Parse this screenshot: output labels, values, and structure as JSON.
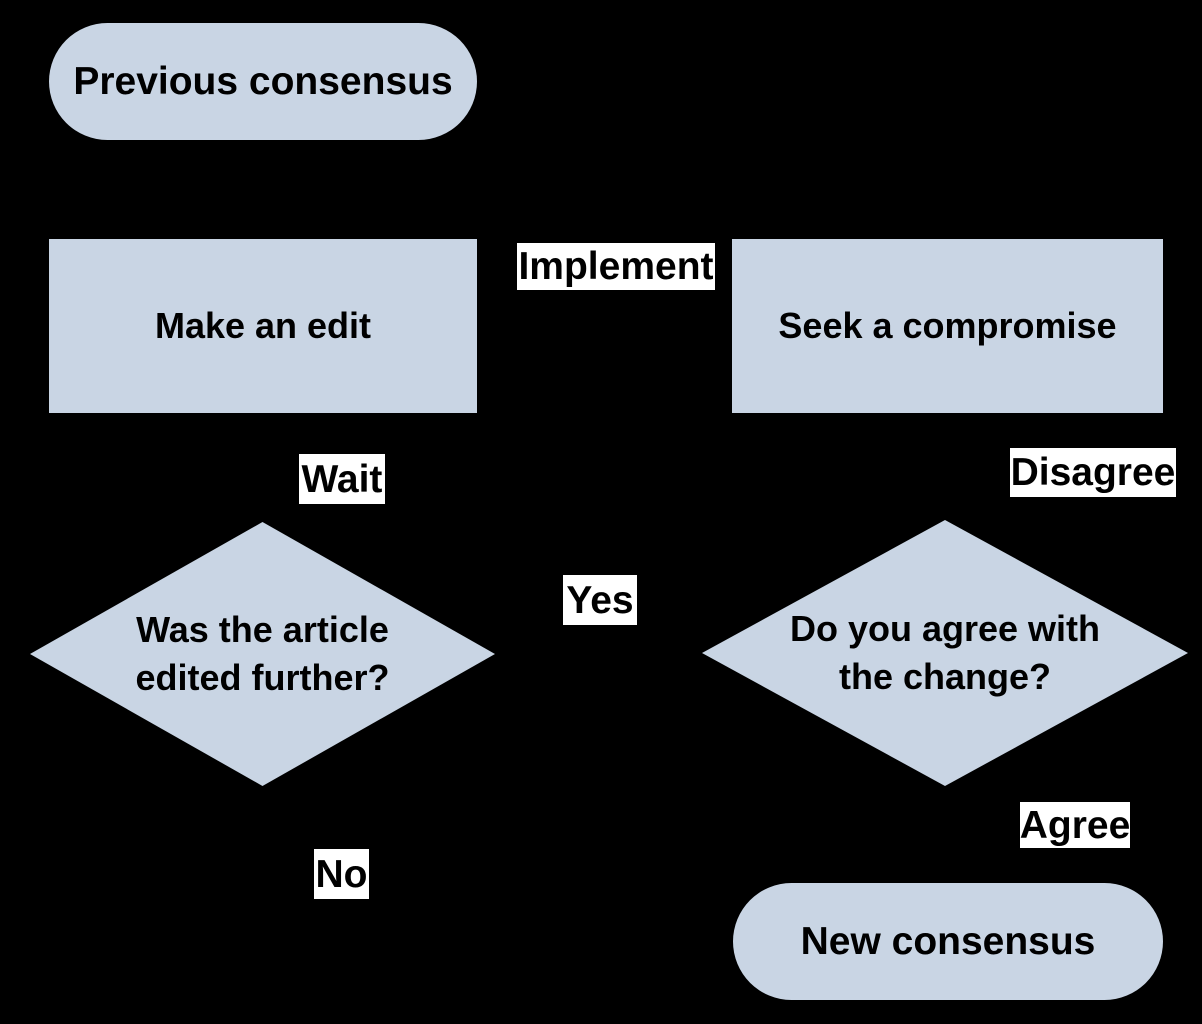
{
  "diagram": {
    "colors": {
      "background": "#000000",
      "shape_fill": "#c9d5e4",
      "shape_text": "#000000",
      "label_bg": "#ffffff",
      "label_text": "#000000"
    },
    "nodes": {
      "previous_consensus": "Previous consensus",
      "make_an_edit": "Make an edit",
      "seek_a_compromise": "Seek a compromise",
      "article_edited_question": {
        "line1": "Was the article",
        "line2": "edited further?"
      },
      "agree_change_question": {
        "line1": "Do you agree with",
        "line2": "the change?"
      },
      "new_consensus": "New consensus"
    },
    "edge_labels": {
      "implement": "Implement",
      "wait": "Wait",
      "disagree": "Disagree",
      "yes": "Yes",
      "agree": "Agree",
      "no": "No"
    }
  }
}
